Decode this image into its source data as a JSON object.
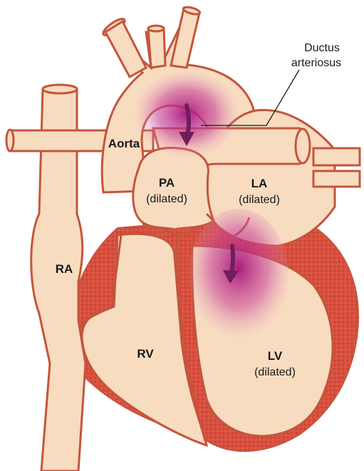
{
  "labels": {
    "ductus_line1": "Ductus",
    "ductus_line2": "arteriosus",
    "aorta": "Aorta",
    "pa": "PA",
    "pa_note": "(dilated)",
    "la": "LA",
    "la_note": "(dilated)",
    "ra": "RA",
    "rv": "RV",
    "lv": "LV",
    "lv_note": "(dilated)"
  },
  "colors": {
    "tissue_fill": "#f8dcc0",
    "outline": "#c4553c",
    "muscle": "#d9503f",
    "muscle_dots": "#b83a2c",
    "shunt_flow": "#b0147e",
    "arrow": "#6e1f5a"
  },
  "icons": {
    "shunt_arrow_pa": "arrow-down-icon",
    "shunt_arrow_lv": "arrow-down-icon"
  }
}
